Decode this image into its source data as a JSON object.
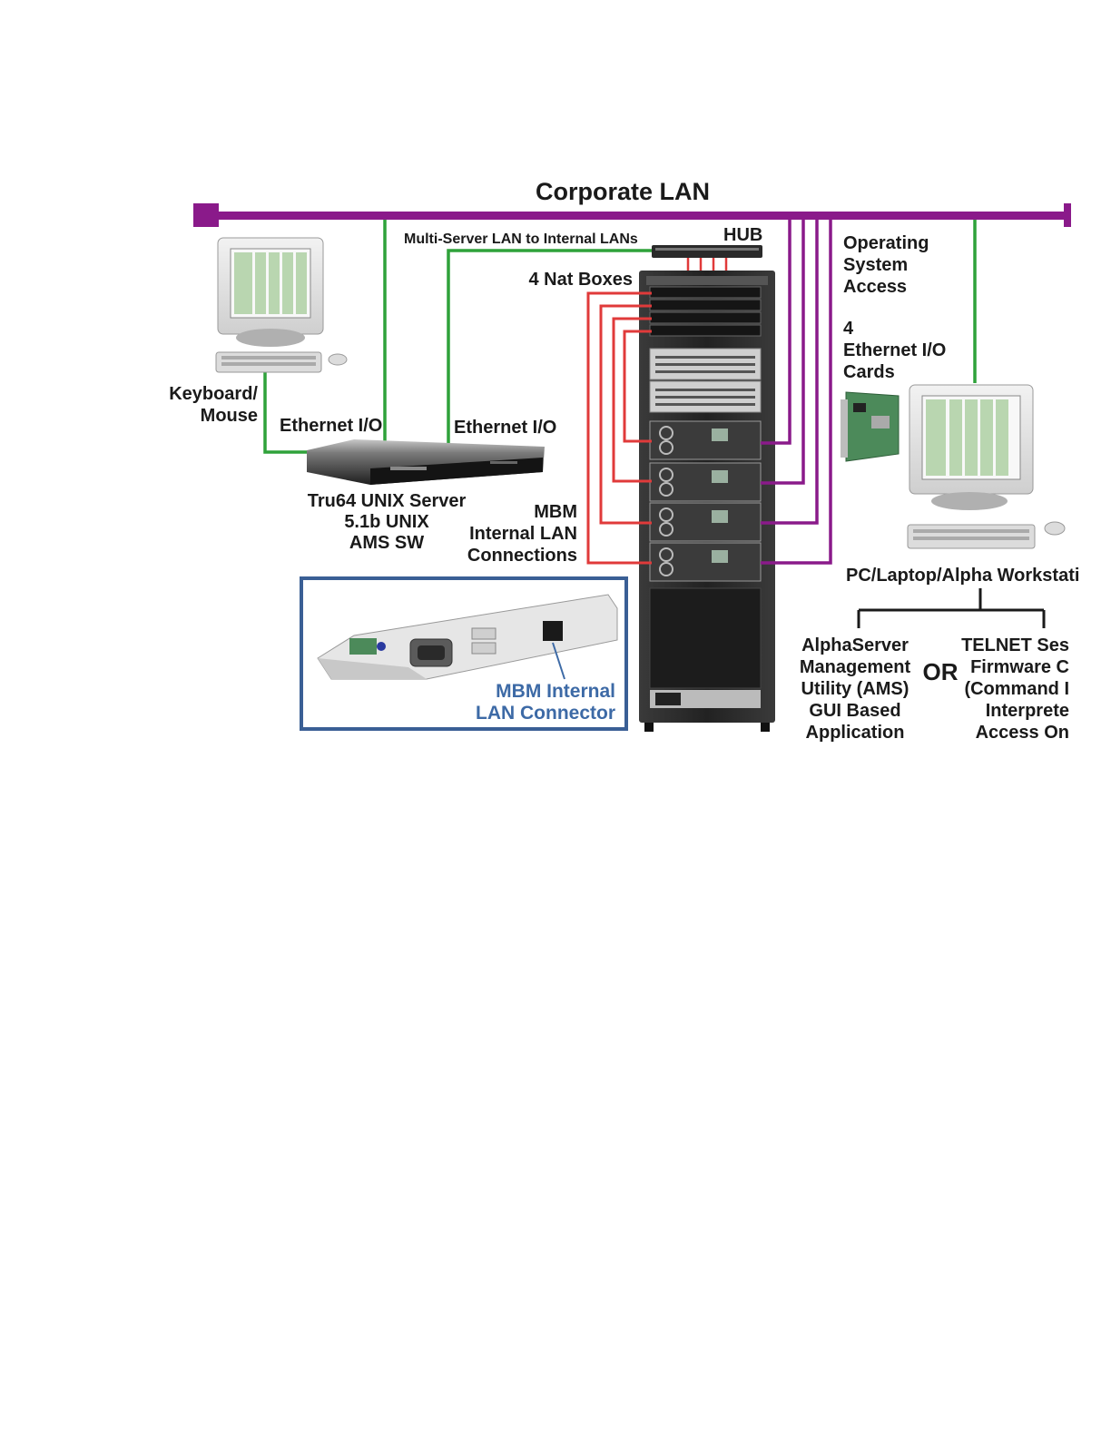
{
  "title": "Corporate LAN",
  "labels": {
    "multi_server_lan": "Multi-Server LAN to Internal LANs",
    "hub": "HUB",
    "nat_boxes": "4 Nat Boxes",
    "keyboard_mouse": [
      "Keyboard/",
      "Mouse"
    ],
    "ethernet_io_left": "Ethernet I/O",
    "ethernet_io_right": "Ethernet I/O",
    "server": [
      "Tru64 UNIX Server",
      "5.1b UNIX",
      "AMS SW"
    ],
    "mbm_connections": [
      "MBM",
      "Internal LAN",
      "Connections"
    ],
    "os_access": [
      "Operating",
      "System",
      "Access"
    ],
    "ethernet_cards": [
      "4",
      "Ethernet I/O",
      "Cards"
    ],
    "workstation": "PC/Laptop/Alpha Workstati",
    "ams_option": [
      "AlphaServer",
      "Management",
      "Utility (AMS)",
      "GUI Based",
      "Application"
    ],
    "or": "OR",
    "telnet_option": [
      "TELNET Ses",
      "Firmware C",
      "(Command I",
      "Interprete",
      "Access On"
    ],
    "inset_connector": [
      "MBM Internal",
      "LAN Connector"
    ]
  },
  "colors": {
    "corporate_lan": "#8a1a8a",
    "green_link": "#2fa23a",
    "red_link": "#e03a3a",
    "inset_border": "#3a5f95",
    "inset_text": "#3d6aa6"
  },
  "icons": {
    "left_computer": "desktop-computer-icon",
    "right_computer": "desktop-computer-icon",
    "server": "rack-server-icon",
    "hub": "network-hub-icon",
    "rack": "server-rack-icon",
    "card": "ethernet-card-icon",
    "inset": "lan-connector-bracket-icon"
  }
}
